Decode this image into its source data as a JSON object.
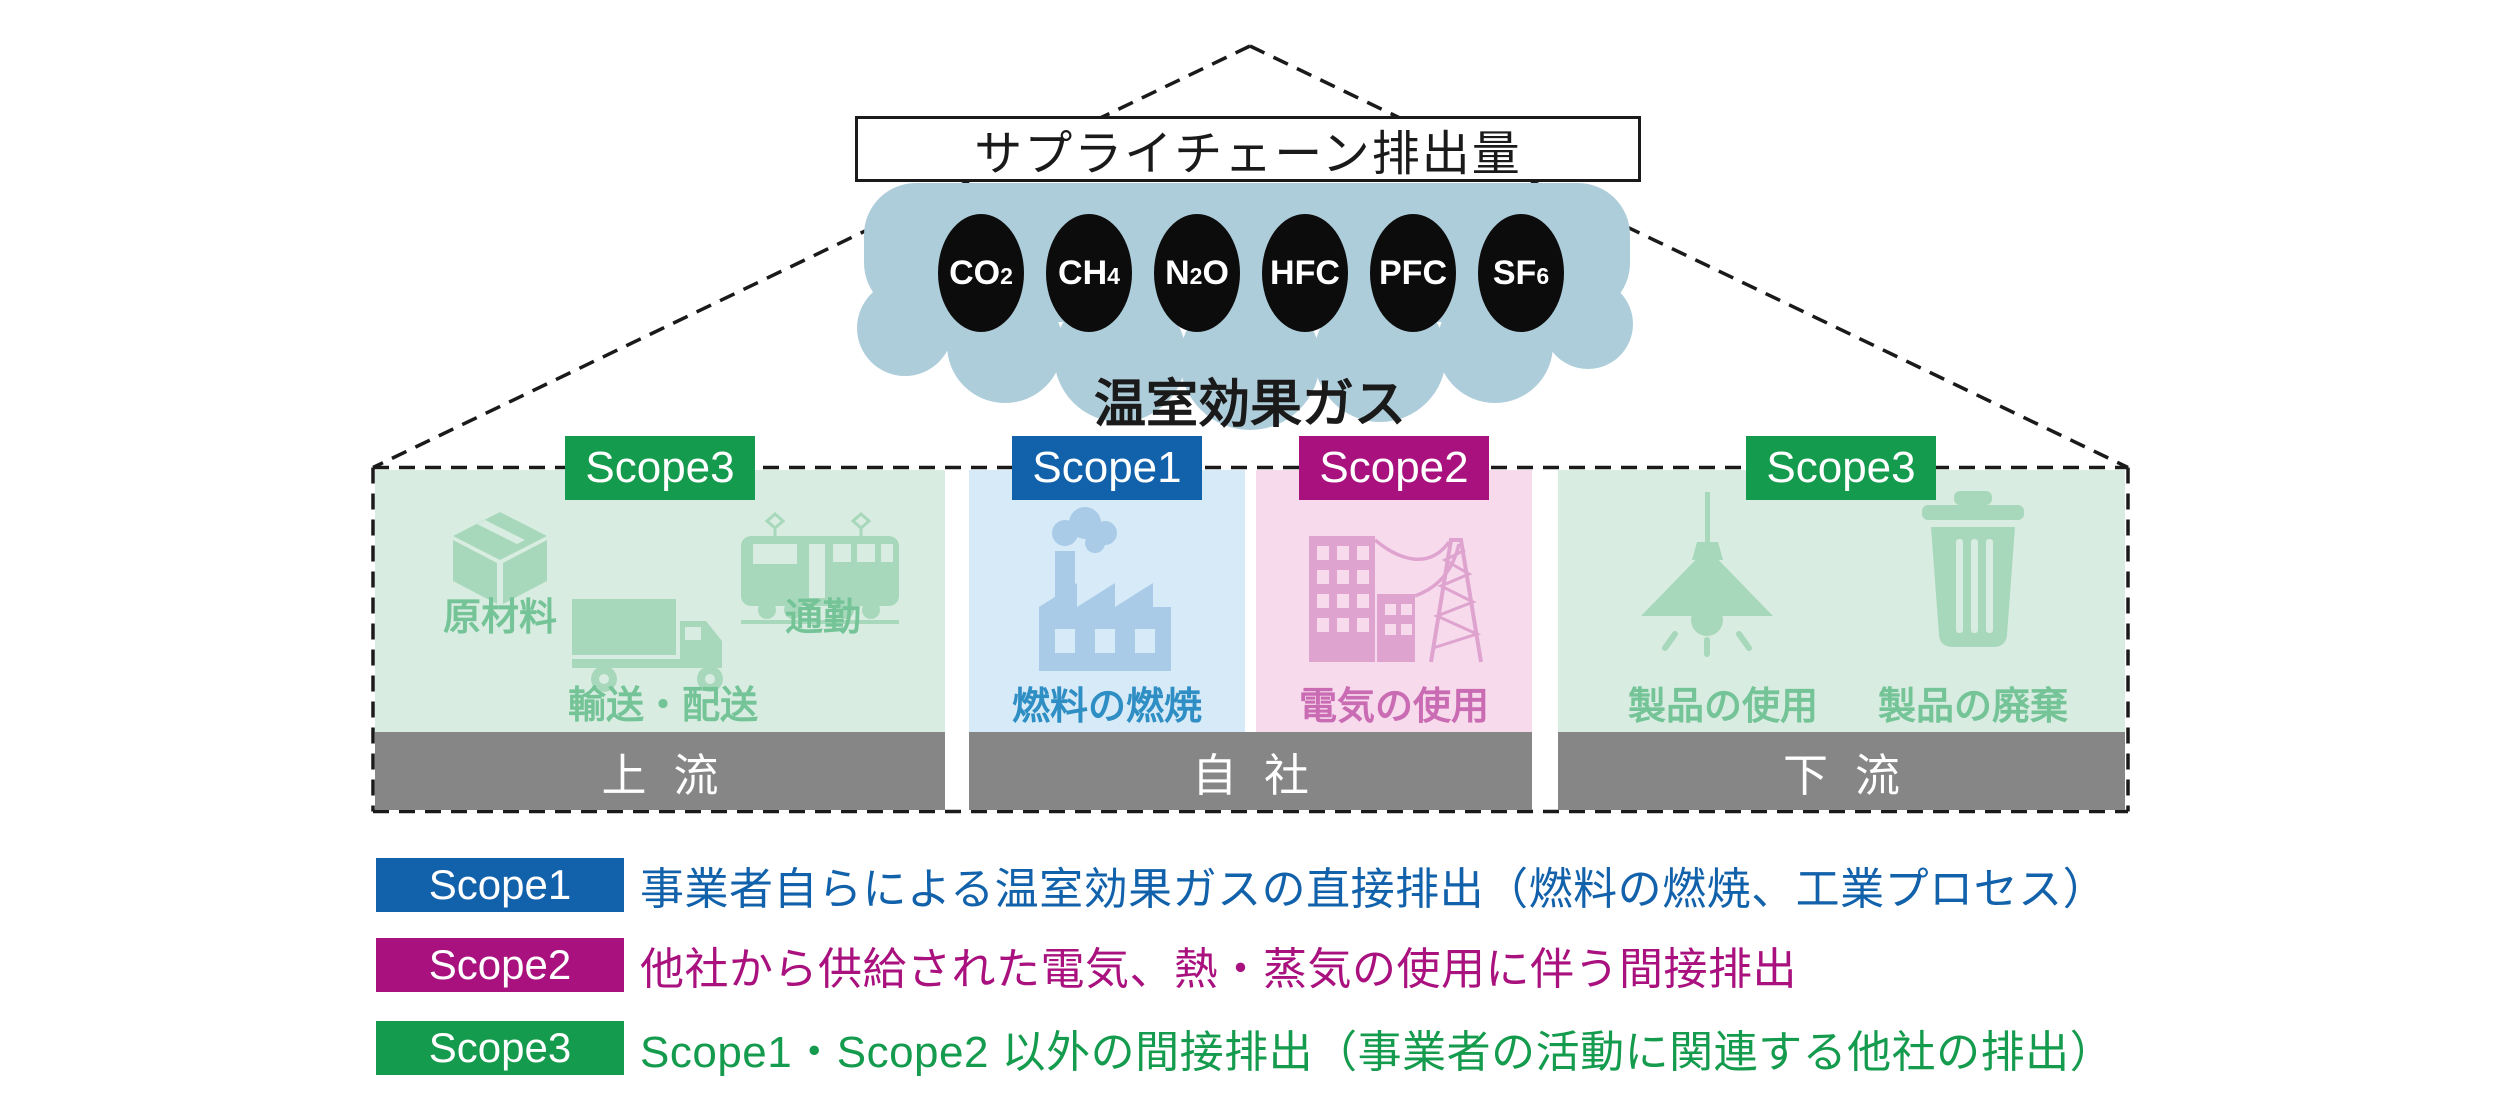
{
  "title": {
    "text": "サプライチェーン排出量"
  },
  "cloud": {
    "label": "温室効果ガス",
    "gases": [
      {
        "name": "CO2",
        "main": "CO",
        "sub": "2",
        "tail": ""
      },
      {
        "name": "CH4",
        "main": "CH",
        "sub": "4",
        "tail": ""
      },
      {
        "name": "N2O",
        "main": "N",
        "sub": "2",
        "tail": "O"
      },
      {
        "name": "HFC",
        "main": "HFC",
        "sub": "",
        "tail": ""
      },
      {
        "name": "PFC",
        "main": "PFC",
        "sub": "",
        "tail": ""
      },
      {
        "name": "SF6",
        "main": "SF",
        "sub": "6",
        "tail": ""
      }
    ]
  },
  "panels": {
    "upstream": {
      "badge": "Scope3",
      "items": {
        "materials": {
          "label": "原材料",
          "icon": "box-icon"
        },
        "transport": {
          "label": "輸送・配送",
          "icon": "truck-icon"
        },
        "commute": {
          "label": "通勤",
          "icon": "train-icon"
        }
      },
      "bar": "上流"
    },
    "scope1": {
      "badge": "Scope1",
      "item": {
        "label": "燃料の燃焼",
        "icon": "factory-icon"
      }
    },
    "scope2": {
      "badge": "Scope2",
      "item": {
        "label": "電気の使用",
        "icon": "building-power-icon"
      }
    },
    "own_bar": "自社",
    "downstream": {
      "badge": "Scope3",
      "items": {
        "product_use": {
          "label": "製品の使用",
          "icon": "pendant-lamp-icon"
        },
        "product_disposal": {
          "label": "製品の廃棄",
          "icon": "trash-icon"
        }
      },
      "bar": "下流"
    }
  },
  "legend": {
    "rows": [
      {
        "badge": "Scope1",
        "description": "事業者自らによる温室効果ガスの直接排出（燃料の燃焼、工業プロセス）",
        "color": "#1261ab"
      },
      {
        "badge": "Scope2",
        "description": "他社から供給された電気、熱・蒸気の使用に伴う間接排出",
        "color": "#a9117e"
      },
      {
        "badge": "Scope3",
        "description": "Scope1・Scope2 以外の間接排出（事業者の活動に関連する他社の排出）",
        "color": "#159b4d"
      }
    ]
  },
  "colors": {
    "scope1_blue": "#1261ab",
    "scope2_magenta": "#a9117e",
    "scope3_green": "#159b4d",
    "panel_green_bg": "#d9ece1",
    "panel_blue_bg": "#d7eaf7",
    "panel_pink_bg": "#f7dbec",
    "icon_green": "#a8d8bb",
    "icon_blue": "#a9cbe8",
    "icon_pink": "#dfa3cf",
    "label_green": "#74c498",
    "label_blue": "#2f8fc5",
    "label_pink": "#ca6cb4",
    "cloud_blue": "#aecdda",
    "bar_gray": "#868686",
    "gas_pill_black": "#0c0c0c"
  }
}
